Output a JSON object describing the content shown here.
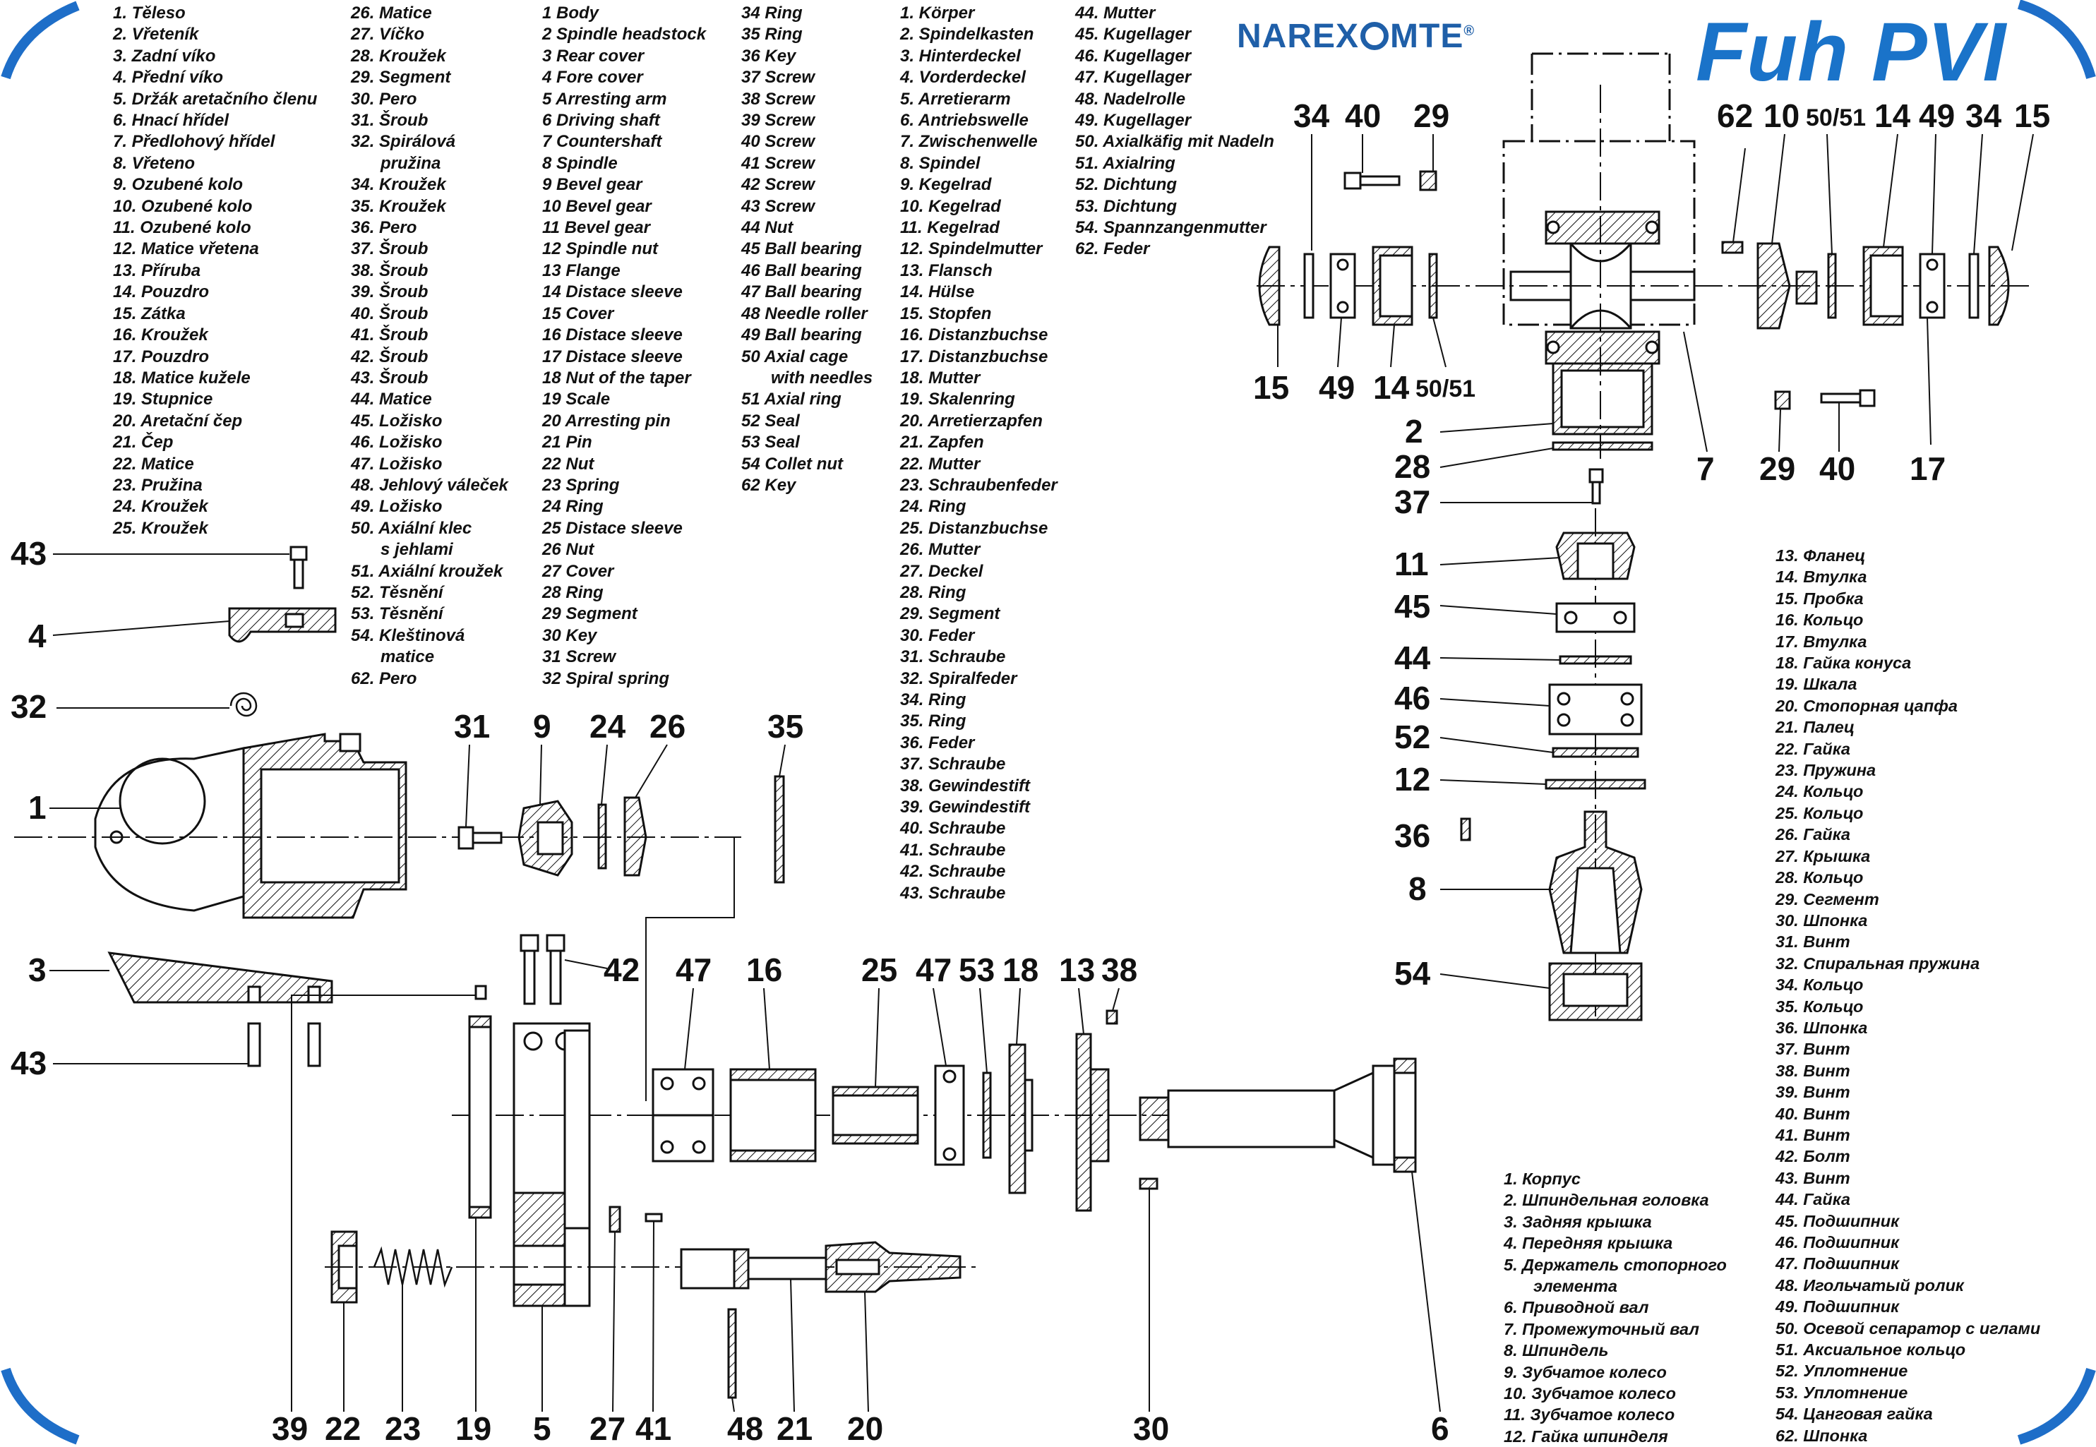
{
  "brand": {
    "name_left": "NAREX",
    "name_right": "MTE",
    "registered": "®"
  },
  "model": "Fuh PVI",
  "colors": {
    "brand_blue": "#1f5fa8",
    "title_blue": "#1a73c9",
    "corner_blue": "#1e6ec8"
  },
  "legend_cz": {
    "col1": [
      "1. Těleso",
      "2. Vřeteník",
      "3. Zadní víko",
      "4. Přední víko",
      "5. Držák aretačního členu",
      "6. Hnací hřídel",
      "7. Předlohový hřídel",
      "8. Vřeteno",
      "9. Ozubené kolo",
      "10. Ozubené kolo",
      "11. Ozubené kolo",
      "12. Matice vřetena",
      "13. Příruba",
      "14. Pouzdro",
      "15. Zátka",
      "16. Kroužek",
      "17. Pouzdro",
      "18. Matice kužele",
      "19. Stupnice",
      "20. Aretační čep",
      "21. Čep",
      "22. Matice",
      "23. Pružina",
      "24. Kroužek",
      "25. Kroužek"
    ],
    "col2": [
      "26. Matice",
      "27. Víčko",
      "28. Kroužek",
      "29. Segment",
      "30. Pero",
      "31. Šroub",
      "32. Spirálová",
      "pružina",
      "34. Kroužek",
      "35. Kroužek",
      "36. Pero",
      "37. Šroub",
      "38. Šroub",
      "39. Šroub",
      "40. Šroub",
      "41. Šroub",
      "42. Šroub",
      "43. Šroub",
      "44. Matice",
      "45. Ložisko",
      "46. Ložisko",
      "47. Ložisko",
      "48. Jehlový váleček",
      "49. Ložisko",
      "50. Axiální klec",
      "s jehlami",
      "51. Axiální kroužek",
      "52. Těsnění",
      "53. Těsnění",
      "54. Kleštinová",
      "matice",
      "62. Pero"
    ]
  },
  "legend_en": [
    "1 Body",
    "2 Spindle headstock",
    "3 Rear cover",
    "4 Fore cover",
    "5 Arresting arm",
    "6 Driving shaft",
    "7 Countershaft",
    "8 Spindle",
    "9 Bevel gear",
    "10 Bevel gear",
    "11 Bevel gear",
    "12 Spindle nut",
    "13 Flange",
    "14 Distace sleeve",
    "15 Cover",
    "16 Distace sleeve",
    "17 Distace sleeve",
    "18 Nut of the taper",
    "19 Scale",
    "20 Arresting pin",
    "21 Pin",
    "22 Nut",
    "23 Spring",
    "24 Ring",
    "25 Distace sleeve",
    "26 Nut",
    "27 Cover",
    "28 Ring",
    "29 Segment",
    "30 Key",
    "31 Screw",
    "32 Spiral spring"
  ],
  "legend_en2": [
    "34 Ring",
    "35 Ring",
    "36 Key",
    "37 Screw",
    "38 Screw",
    "39 Screw",
    "40 Screw",
    "41 Screw",
    "42 Screw",
    "43 Screw",
    "44 Nut",
    "45 Ball bearing",
    "46 Ball bearing",
    "47 Ball bearing",
    "48 Needle roller",
    "49 Ball bearing",
    "50 Axial cage",
    "with needles",
    "51 Axial ring",
    "52 Seal",
    "53 Seal",
    "54 Collet nut",
    "62 Key"
  ],
  "legend_de": {
    "col1": [
      "1. Körper",
      "2. Spindelkasten",
      "3. Hinterdeckel",
      "4. Vorderdeckel",
      "5. Arretierarm",
      "6. Antriebswelle",
      "7. Zwischenwelle",
      "8. Spindel",
      "9. Kegelrad",
      "10. Kegelrad",
      "11. Kegelrad",
      "12. Spindelmutter",
      "13. Flansch",
      "14. Hülse",
      "15. Stopfen",
      "16. Distanzbuchse",
      "17. Distanzbuchse",
      "18. Mutter",
      "19. Skalenring",
      "20. Arretierzapfen",
      "21. Zapfen",
      "22. Mutter",
      "23. Schraubenfeder",
      "24. Ring",
      "25. Distanzbuchse",
      "26. Mutter",
      "27. Deckel",
      "28. Ring",
      "29. Segment",
      "30. Feder",
      "31. Schraube",
      "32. Spiralfeder",
      "34. Ring",
      "35. Ring",
      "36. Feder",
      "37. Schraube",
      "38. Gewindestift",
      "39. Gewindestift",
      "40. Schraube",
      "41. Schraube",
      "42. Schraube",
      "43. Schraube"
    ],
    "col2": [
      "44. Mutter",
      "45. Kugellager",
      "46. Kugellager",
      "47. Kugellager",
      "48. Nadelrolle",
      "49. Kugellager",
      "50. Axialkäfig mit Nadeln",
      "51. Axialring",
      "52. Dichtung",
      "53. Dichtung",
      "54. Spannzangenmutter",
      "62. Feder"
    ]
  },
  "legend_ru": {
    "col1": [
      "1. Корпус",
      "2. Шпиндельная головка",
      "3. Задняя крышка",
      "4. Передняя крышка",
      "5. Держатель стопорного",
      "элемента",
      "6. Приводной вал",
      "7. Промежуточный вал",
      "8. Шпиндель",
      "9. Зубчатое колесо",
      "10. Зубчатое колесо",
      "11. Зубчатое колесо",
      "12. Гайка шпинделя"
    ],
    "col2": [
      "13. Фланец",
      "14. Втулка",
      "15. Пробка",
      "16. Кольцо",
      "17. Втулка",
      "18. Гайка конуса",
      "19. Шкала",
      "20. Стопорная цапфа",
      "21. Палец",
      "22. Гайка",
      "23. Пружина",
      "24. Кольцо",
      "25. Кольцо",
      "26. Гайка",
      "27. Крышка",
      "28. Кольцо",
      "29. Сегмент",
      "30. Шпонка",
      "31. Винт",
      "32. Спиральная пружина",
      "34. Кольцо",
      "35. Кольцо",
      "36. Шпонка",
      "37. Винт",
      "38. Винт",
      "39. Винт",
      "40. Винт",
      "41. Винт",
      "42. Болт",
      "43. Винт",
      "44. Гайка",
      "45. Подшипник",
      "46. Подшипник",
      "47. Подшипник",
      "48. Игольчатый ролик",
      "49. Подшипник",
      "50. Осевой сепаратор с иглами",
      "51. Аксиальное кольцо",
      "52. Уплотнение",
      "53. Уплотнение",
      "54. Цанговая гайка",
      "62. Шпонка"
    ]
  },
  "callouts": {
    "c34a": "34",
    "c40a": "40",
    "c29a": "29",
    "c15a": "15",
    "c49a": "49",
    "c14a": "14",
    "c5051a": "50/51",
    "c62": "62",
    "c10": "10",
    "c5051b": "50/51",
    "c14b": "14",
    "c49b": "49",
    "c34b": "34",
    "c15b": "15",
    "c2": "2",
    "c28": "28",
    "c37": "37",
    "c7": "7",
    "c29b": "29",
    "c40b": "40",
    "c17": "17",
    "c11": "11",
    "c45": "45",
    "c44": "44",
    "c46": "46",
    "c52": "52",
    "c12": "12",
    "c36": "36",
    "c8": "8",
    "c54": "54",
    "c43a": "43",
    "c4": "4",
    "c32": "32",
    "c1": "1",
    "c3": "3",
    "c43b": "43",
    "c31": "31",
    "c9": "9",
    "c24": "24",
    "c26": "26",
    "c35": "35",
    "c42": "42",
    "c47a": "47",
    "c16": "16",
    "c25": "25",
    "c47b": "47",
    "c53": "53",
    "c18": "18",
    "c13": "13",
    "c38": "38",
    "b39": "39",
    "b22": "22",
    "b23": "23",
    "b19": "19",
    "b5": "5",
    "b27": "27",
    "b41": "41",
    "b48": "48",
    "b21": "21",
    "b20": "20",
    "b30": "30",
    "b6": "6"
  }
}
